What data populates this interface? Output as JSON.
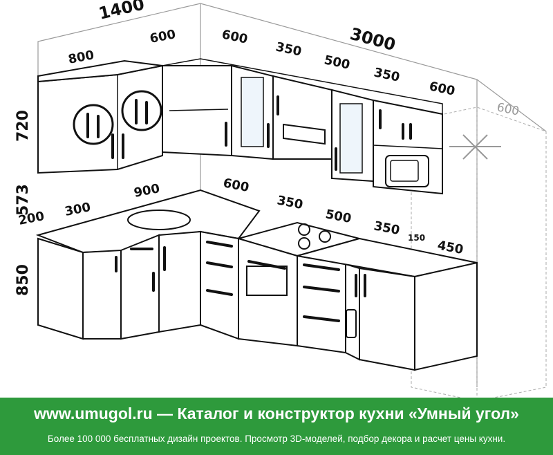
{
  "dimensions": {
    "top_left_total": "1400",
    "top_right_total": "3000",
    "upper_800": "800",
    "upper_600_corner": "600",
    "upper_600_a": "600",
    "upper_350_a": "350",
    "upper_500": "500",
    "upper_350_b": "350",
    "upper_600_b": "600",
    "fridge_600": "600",
    "height_720": "720",
    "height_573": "573",
    "height_850": "850",
    "base_200": "200",
    "base_300": "300",
    "base_900": "900",
    "base_600": "600",
    "base_350_a": "350",
    "base_500": "500",
    "base_350_b": "350",
    "base_150": "150",
    "base_450": "450"
  },
  "banner": {
    "title": "www.umugol.ru  —  Каталог и конструктор кухни «Умный угол»",
    "subtitle": "Более 100 000 бесплатных дизайн проектов. Просмотр 3D-моделей, подбор декора и расчет цены кухни."
  },
  "colors": {
    "banner_green": "#2e9a3c",
    "line": "#111111",
    "guide_gray": "#9a9a9a"
  },
  "icons": [
    "cutlery-icon",
    "cutlery-icon",
    "snowflake-icon",
    "microwave-icon",
    "gas-burner-icon",
    "bottle-icon"
  ]
}
